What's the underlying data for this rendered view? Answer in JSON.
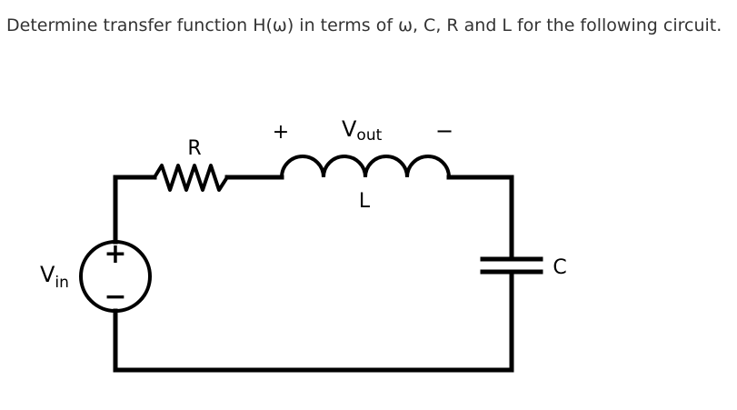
{
  "question": "Determine transfer function H(ω) in terms of ω, C, R and L for the following circuit.",
  "circuit": {
    "resistor_label": "R",
    "inductor_label": "L",
    "capacitor_label": "C",
    "source_label_main": "V",
    "source_label_sub": "in",
    "output_label_main": "V",
    "output_label_sub": "out",
    "output_plus": "+",
    "output_minus": "−",
    "source_plus": "+",
    "source_minus": "−"
  }
}
